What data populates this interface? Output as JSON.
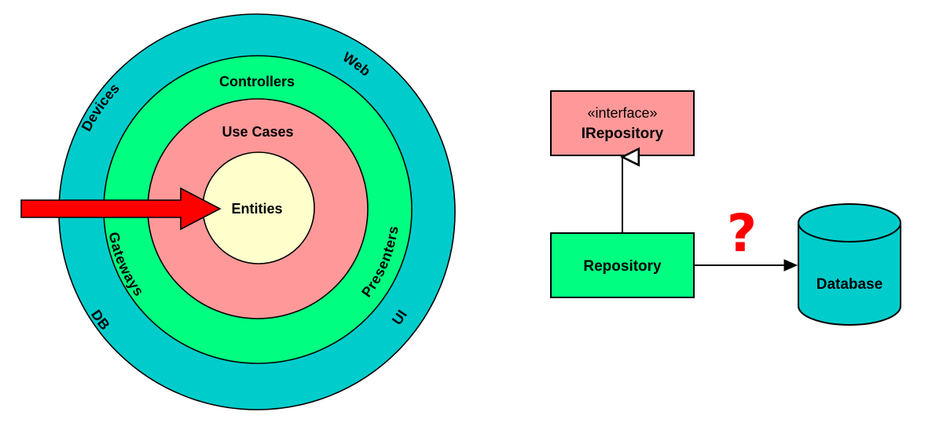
{
  "colors": {
    "outer_ring": "#00CCCC",
    "adapter_ring": "#00FF80",
    "usecase_ring": "#FF9999",
    "entities_core": "#FFFFCC",
    "arrow": "#FF0000",
    "question": "#FF0000",
    "interface_box": "#FF9999",
    "repository_box": "#00FF80",
    "database": "#00CCCC",
    "stroke": "#000000"
  },
  "onion": {
    "outer": {
      "label_devices": "Devices",
      "label_web": "Web",
      "label_db": "DB",
      "label_ui": "UI"
    },
    "adapters": {
      "label_controllers": "Controllers",
      "label_gateways": "Gateways",
      "label_presenters": "Presenters"
    },
    "usecases": {
      "label": "Use Cases"
    },
    "core": {
      "label": "Entities"
    }
  },
  "uml": {
    "interface": {
      "stereotype": "«interface»",
      "name": "IRepository"
    },
    "repository": {
      "name": "Repository"
    },
    "database": {
      "name": "Database"
    },
    "question": "?"
  }
}
